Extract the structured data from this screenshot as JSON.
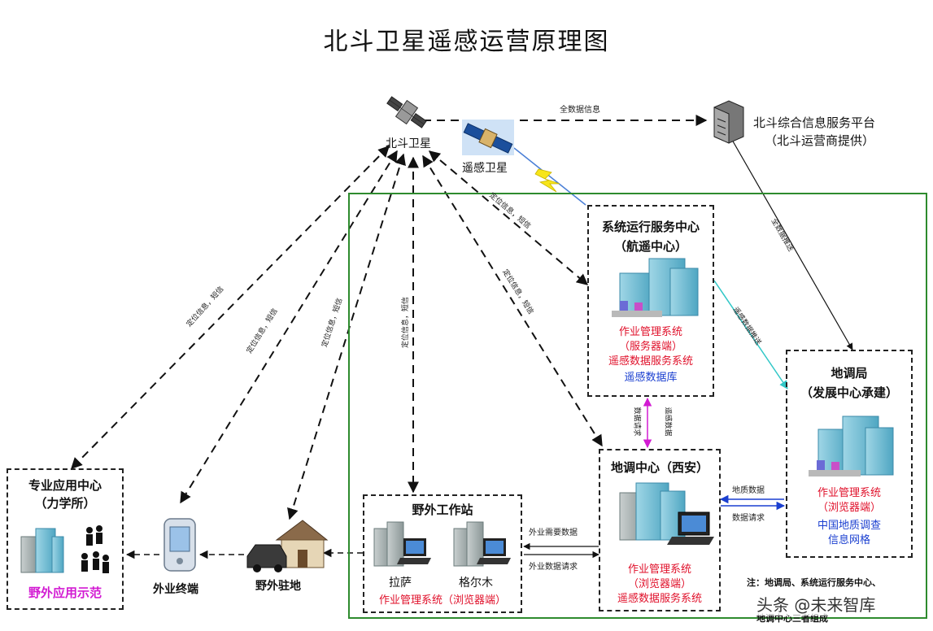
{
  "title": "北斗卫星遥感运营原理图",
  "nodes": {
    "beidou_sat": "北斗卫星",
    "remote_sat": "遥感卫星",
    "platform": {
      "line1": "北斗综合信息服务平台",
      "line2": "（北斗运营商提供）"
    },
    "sys_center": {
      "line1": "系统运行服务中心",
      "line2": "（航遥中心）",
      "items": [
        "作业管理系统",
        "（服务器端）",
        "遥感数据服务系统",
        "遥感数据库"
      ]
    },
    "bureau": {
      "line1": "地调局",
      "line2": "（发展中心承建）",
      "items": [
        "作业管理系统",
        "（浏览器端）",
        "中国地质调查",
        "信息网格"
      ]
    },
    "xian_center": {
      "title": "地调中心（西安）",
      "items": [
        "作业管理系统",
        "（浏览器端）",
        "遥感数据服务系统"
      ]
    },
    "field_station": {
      "title": "野外工作站",
      "site1": "拉萨",
      "site2": "格尔木",
      "system": "作业管理系统（浏览器端）"
    },
    "app_center": {
      "line1": "专业应用中心",
      "line2": "（力学所）",
      "demo": "野外应用示范"
    },
    "terminal": "外业终端",
    "camp": "野外驻地",
    "note": "注：地调局、系统运行服务中心、",
    "note2": "地调中心三者组成",
    "watermark": "头条 @未来智库"
  },
  "edges": {
    "all_data_top": "全数据信息",
    "all_data_down": "全数据推送",
    "pos_msg": "定位信息，短信",
    "pos_msg_app": "定位信息，短信",
    "pos_msg_term": "定位信息，短信",
    "pos_msg_camp": "定位信息，短信",
    "pos_msg_station": "定位信息，短信",
    "pos_msg_xian": "定位信息，短信",
    "pos_msg_sys": "定位信息，短信",
    "remote_push": "遥感数据推送",
    "data_req": "数据请求",
    "remote_data": "遥感数据",
    "geo_data": "地质数据",
    "data_req2": "数据请求",
    "field_need": "外业需要数据",
    "field_req": "外业数据请求"
  },
  "colors": {
    "frame": "#2e8b2e",
    "red": "#e0102a",
    "blue": "#1a3fd0",
    "magenta": "#d21bd2",
    "cyan": "#31c7c7"
  }
}
